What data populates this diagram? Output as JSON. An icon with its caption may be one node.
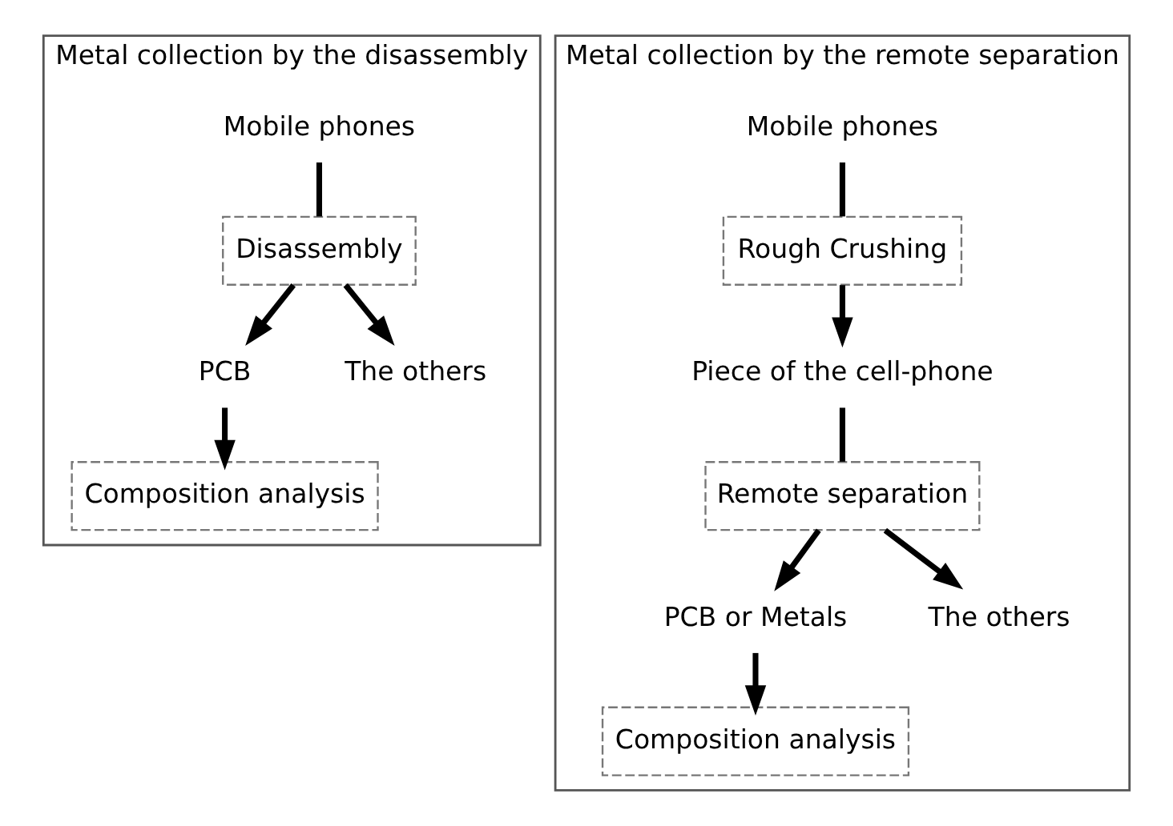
{
  "diagram": {
    "nodes": [
      {
        "text": [
          "Metal collection by the disassembly"
        ]
      },
      {
        "text": [
          "Mobile phones"
        ],
        "in": 0
      },
      {
        "text": [
          "Disassembly"
        ],
        "in": 0
      },
      {
        "text": [
          "PCB"
        ],
        "in": 0
      },
      {
        "text": [
          "The others"
        ],
        "in": 0
      },
      {
        "text": [
          "Composition analysis"
        ],
        "in": 0
      },
      {
        "text": [
          "Metal collection by the remote separation"
        ]
      },
      {
        "text": [
          "Mobile phones"
        ],
        "in": 6
      },
      {
        "text": [
          "Rough Crushing"
        ],
        "in": 6
      },
      {
        "text": [
          "Piece of the cell-phone"
        ],
        "in": 6
      },
      {
        "text": [
          "Remote separation"
        ],
        "in": 6
      },
      {
        "text": [
          "PCB or Metals"
        ],
        "in": 6
      },
      {
        "text": [
          "The others"
        ],
        "in": 6
      },
      {
        "text": [
          "Composition analysis"
        ],
        "in": 6
      }
    ],
    "edges": [
      {
        "from": 1,
        "to": 2,
        "arrow": "none"
      },
      {
        "from": 2,
        "to": 3,
        "arrow": "to"
      },
      {
        "from": 2,
        "to": 4,
        "arrow": "to"
      },
      {
        "from": 3,
        "to": 5,
        "arrow": "to"
      },
      {
        "from": 7,
        "to": 8,
        "arrow": "none"
      },
      {
        "from": 8,
        "to": 9,
        "arrow": "to"
      },
      {
        "from": 9,
        "to": 10,
        "arrow": "none"
      },
      {
        "from": 10,
        "to": 11,
        "arrow": "to"
      },
      {
        "from": 10,
        "to": 12,
        "arrow": "to"
      },
      {
        "from": 11,
        "to": 13,
        "arrow": "to"
      }
    ]
  }
}
